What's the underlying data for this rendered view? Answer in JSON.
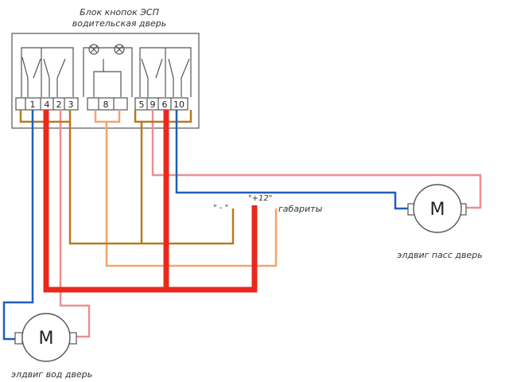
{
  "block": {
    "title_line1": "Блок кнопок ЭСП",
    "title_line2": "водительская дверь"
  },
  "pins": [
    "1",
    "4",
    "2",
    "3",
    "8",
    "5",
    "9",
    "6",
    "10"
  ],
  "motor_symbol": "M",
  "terminals": {
    "minus": "\" - \"",
    "plus12": "\"+12\"",
    "gabarity": "габариты"
  },
  "motors": {
    "passenger": "элдвиг пасс дверь",
    "driver": "элдвиг вод дверь"
  },
  "colors": {
    "red": "#e8291c",
    "blue": "#1f5fb8",
    "brown": "#b87a1e",
    "salmon": "#f4a46b",
    "pink": "#ec8f8f",
    "line": "#555555"
  }
}
